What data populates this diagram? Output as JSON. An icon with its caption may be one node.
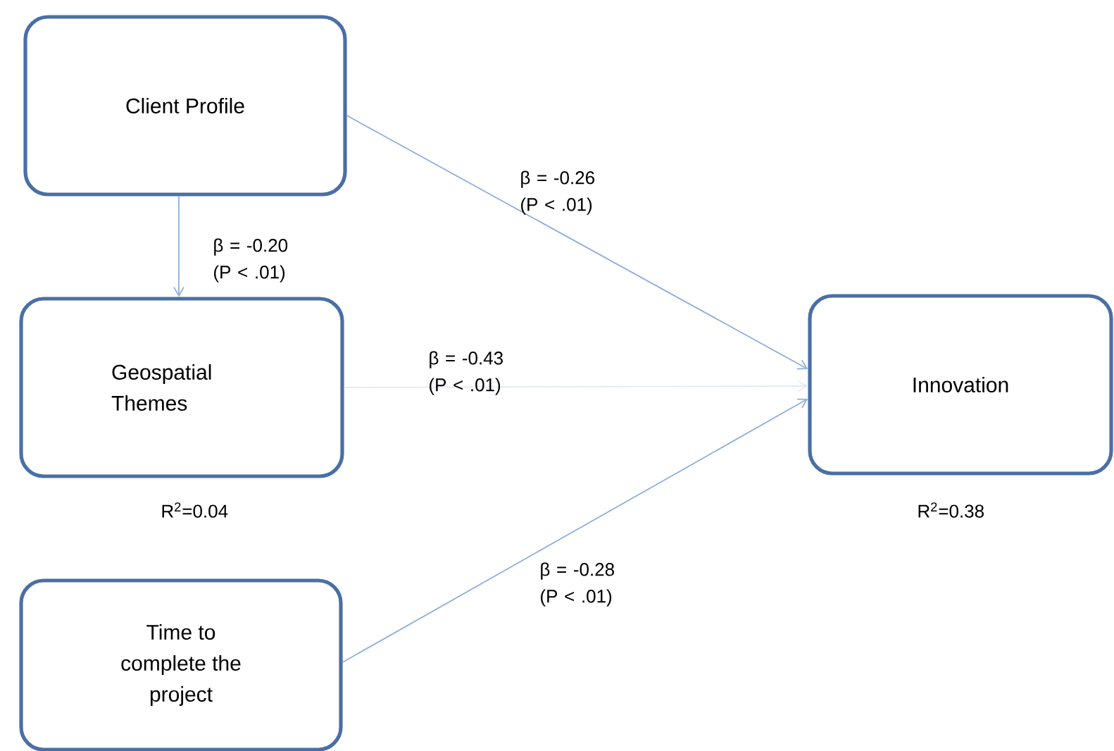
{
  "diagram": {
    "nodes": [
      {
        "text": [
          "Client Profile"
        ]
      },
      {
        "text": [
          "Geospatial Themes"
        ],
        "beside": [
          "R$^{2}$=0.04"
        ]
      },
      {
        "text": [
          "Time to complete the project"
        ]
      },
      {
        "text": [
          "Innovation"
        ],
        "beside": [
          "R$^{2}$=0.38"
        ]
      }
    ],
    "edges": [
      {
        "from": 0,
        "to": 1,
        "arrow": "to",
        "label": "β = -0.20 (P < .01)"
      },
      {
        "from": 0,
        "to": 3,
        "arrow": "to",
        "label": "β = -0.26 (P < .01)"
      },
      {
        "from": 1,
        "to": 3,
        "arrow": "to",
        "label": "β = -0.43 (P < .01)",
        "color": "#e3eaf4"
      },
      {
        "from": 2,
        "to": 3,
        "arrow": "to",
        "label": "β = -0.28 (P < .01)"
      }
    ]
  }
}
